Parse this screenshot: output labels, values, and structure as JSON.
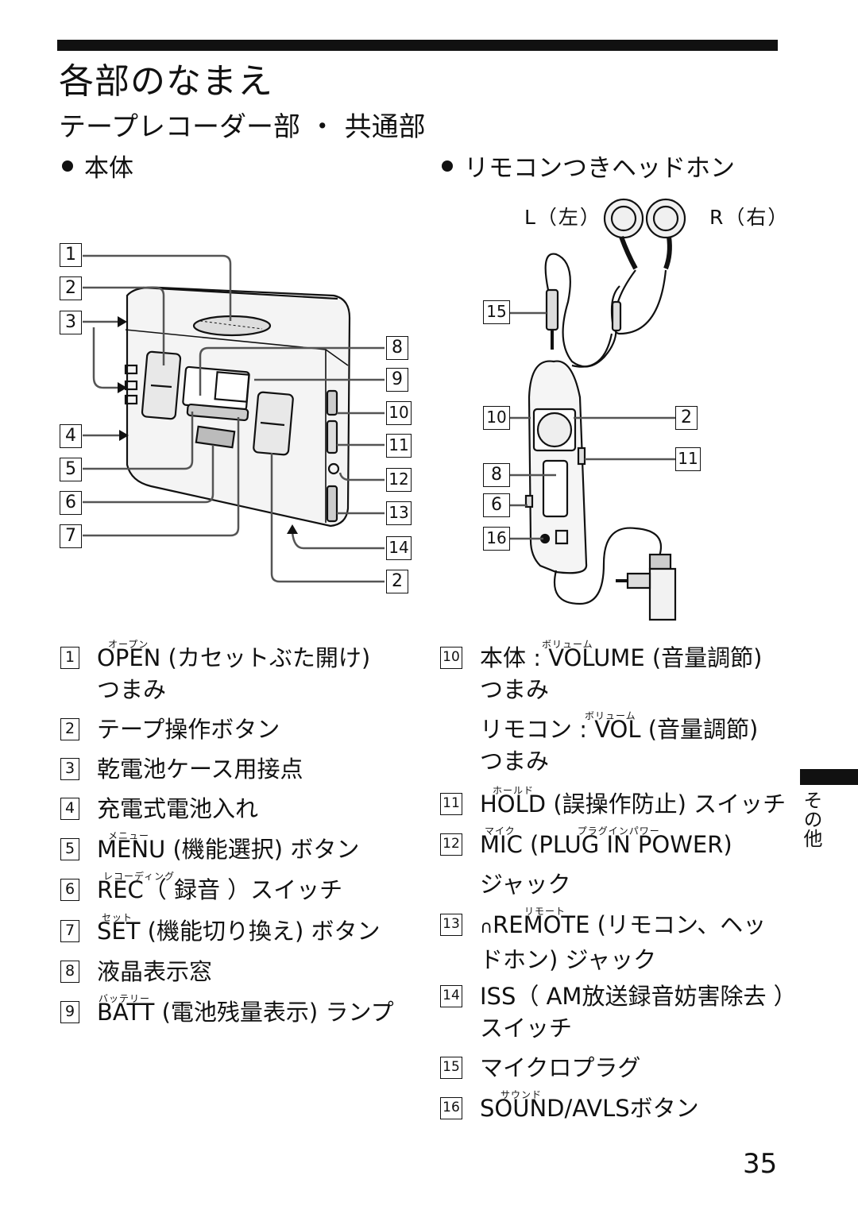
{
  "header": {
    "title": "各部のなまえ",
    "subtitle": "テープレコーダー部 ・ 共通部"
  },
  "sections": {
    "main_unit": "本体",
    "remote_headphones": "リモコンつきヘッドホン"
  },
  "headphones": {
    "left_label": "L（左）",
    "right_label": "R（右）"
  },
  "callouts_main": [
    "1",
    "2",
    "3",
    "4",
    "5",
    "6",
    "7",
    "8",
    "9",
    "10",
    "11",
    "12",
    "13",
    "14",
    "2"
  ],
  "callouts_remote": [
    "15",
    "10",
    "8",
    "6",
    "16",
    "2",
    "11"
  ],
  "legend_left": [
    {
      "num": "1",
      "ruby": "オープン",
      "lines": [
        "OPEN (カセットぶた開け)",
        "つまみ"
      ]
    },
    {
      "num": "2",
      "ruby": "",
      "lines": [
        "テープ操作ボタン"
      ]
    },
    {
      "num": "3",
      "ruby": "",
      "lines": [
        "乾電池ケース用接点"
      ]
    },
    {
      "num": "4",
      "ruby": "",
      "lines": [
        "充電式電池入れ"
      ]
    },
    {
      "num": "5",
      "ruby": "メニュー",
      "lines": [
        "MENU (機能選択) ボタン"
      ]
    },
    {
      "num": "6",
      "ruby": "レコーディング",
      "lines": [
        "REC（ 録音 ）スイッチ"
      ]
    },
    {
      "num": "7",
      "ruby": "セット",
      "lines": [
        "SET (機能切り換え) ボタン"
      ]
    },
    {
      "num": "8",
      "ruby": "",
      "lines": [
        "液晶表示窓"
      ]
    },
    {
      "num": "9",
      "ruby": "バッテリー",
      "lines": [
        "BATT (電池残量表示) ランプ"
      ]
    }
  ],
  "legend_right": [
    {
      "num": "10",
      "ruby": "ボリューム",
      "lines": [
        "本体 : VOLUME (音量調節)",
        "つまみ"
      ]
    },
    {
      "num": "",
      "ruby": "ボリューム",
      "lines": [
        "リモコン : VOL (音量調節)",
        "つまみ"
      ]
    },
    {
      "num": "11",
      "ruby": "ホールド",
      "lines": [
        "HOLD (誤操作防止) スイッチ"
      ]
    },
    {
      "num": "12",
      "ruby": "マイク　　　　　　プラグインパワー",
      "lines": [
        "MIC (PLUG IN POWER)",
        "ジャック"
      ]
    },
    {
      "num": "13",
      "ruby": "リモート",
      "lines": [
        "REMOTE (リモコン、ヘッ",
        "ドホン) ジャック"
      ]
    },
    {
      "num": "14",
      "ruby": "",
      "lines": [
        "ISS（ AM放送録音妨害除去 ）",
        "スイッチ"
      ]
    },
    {
      "num": "15",
      "ruby": "",
      "lines": [
        "マイクロプラグ"
      ]
    },
    {
      "num": "16",
      "ruby": "サウンド",
      "lines": [
        "SOUND/AVLSボタン"
      ]
    }
  ],
  "side_tab": "その他",
  "page_number": "35"
}
